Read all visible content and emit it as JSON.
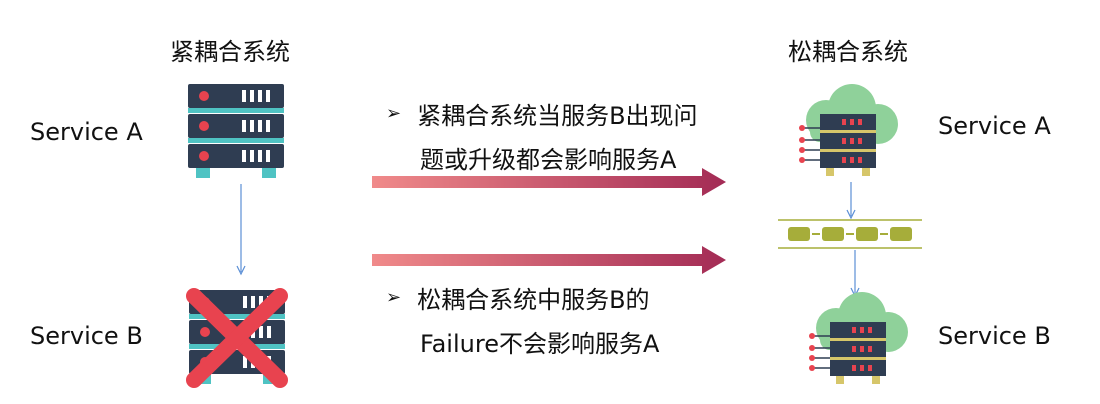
{
  "left": {
    "title": "紧耦合系统",
    "service_a": "Service A",
    "service_b": "Service B"
  },
  "right": {
    "title": "松耦合系统",
    "service_a": "Service A",
    "service_b": "Service B"
  },
  "notes": {
    "bullet_glyph": "➢",
    "tight_line1": "紧耦合系统当服务B出现问",
    "tight_line2": "题或升级都会影响服务A",
    "loose_line1": "松耦合系统中服务B的",
    "loose_line2": "Failure不会影响服务A"
  },
  "colors": {
    "server_body": "#2f3d52",
    "server_stripe": "#4fc3c3",
    "server_led": "#e8434f",
    "cross": "#e8434f",
    "cloud": "#8fd19a",
    "queue": "#a6ad3a",
    "connector": "#5b8fd6",
    "arrow_start": "#f08a8a",
    "arrow_end": "#a32b55"
  },
  "icons": {
    "server": "server-rack-icon",
    "cloud_server": "cloud-server-icon",
    "failure": "red-x-icon",
    "queue": "message-queue-icon"
  }
}
